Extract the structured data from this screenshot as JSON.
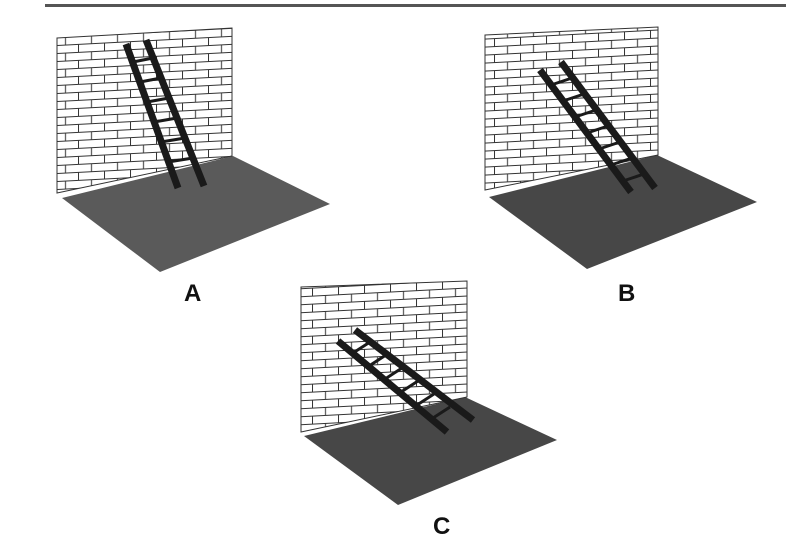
{
  "colors": {
    "rule": "#555555",
    "floor": "#5a5a5a",
    "brick_line": "#333333",
    "wall_fill": "#ffffff",
    "ladder": "#1a1a1a"
  },
  "panels": [
    {
      "id": "A",
      "label": "A",
      "lean": "steep"
    },
    {
      "id": "B",
      "label": "B",
      "lean": "medium"
    },
    {
      "id": "C",
      "label": "C",
      "lean": "shallow"
    }
  ]
}
